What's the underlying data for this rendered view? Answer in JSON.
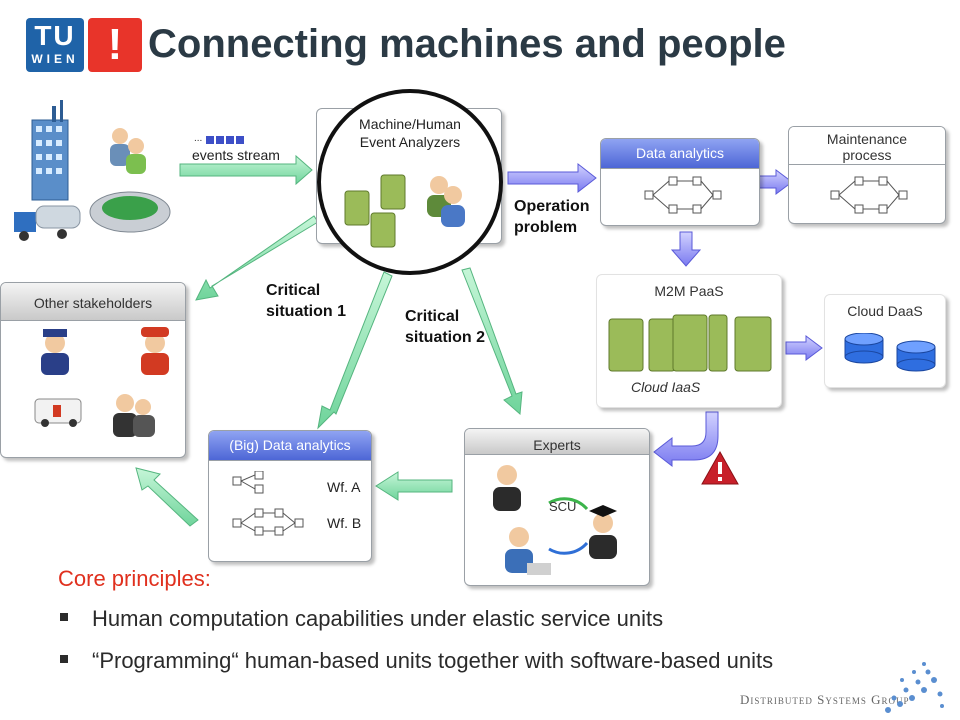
{
  "header": {
    "logo": {
      "line1": "TU",
      "line2": "WIEN",
      "mark": "!"
    },
    "title": "Connecting machines and people"
  },
  "sources": {
    "stream_label": "events stream",
    "stream_dots": "..."
  },
  "analyzers": {
    "label": "Machine/Human Event Analyzers"
  },
  "data_analytics": {
    "label": "Data analytics"
  },
  "maintenance": {
    "label": "Maintenance process"
  },
  "operation_problem": "Operation problem",
  "m2m": {
    "label": "M2M PaaS",
    "iaas": "Cloud IaaS"
  },
  "cloud_daas": {
    "label": "Cloud DaaS"
  },
  "stakeholders": {
    "label": "Other stakeholders"
  },
  "critical1": "Critical situation 1",
  "critical2": "Critical situation 2",
  "big_data": {
    "label": "(Big) Data analytics",
    "wf_a": "Wf. A",
    "wf_b": "Wf. B"
  },
  "experts": {
    "label": "Experts",
    "scu": "SCU"
  },
  "core": {
    "title": "Core principles:",
    "bullets": [
      "Human computation capabilities under elastic service units",
      "“Programming“ human-based units together with software-based units"
    ]
  },
  "footer": {
    "group": "Distributed Systems Group"
  },
  "colors": {
    "accent_red": "#e0301e",
    "arrow_blue": "#8c8cf5",
    "arrow_green": "#8fe8b0",
    "server_green": "#9bbb59",
    "title": "#2b3a45"
  }
}
